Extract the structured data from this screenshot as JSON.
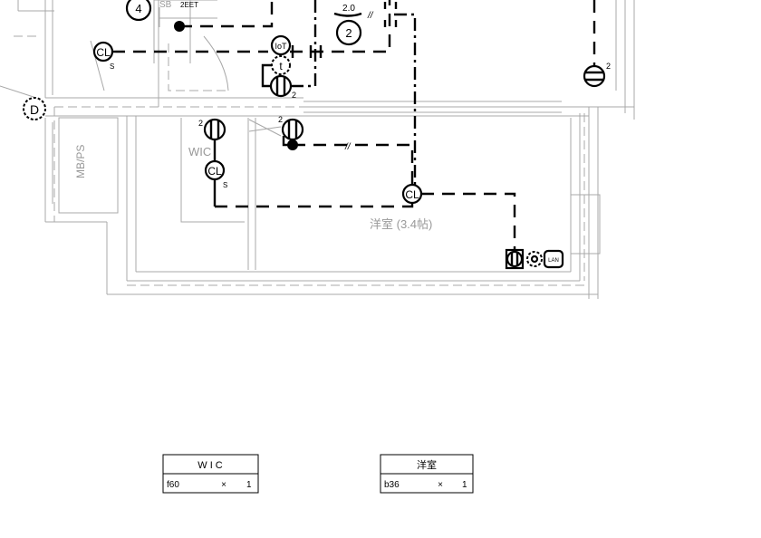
{
  "plan": {
    "circuit_4": "4",
    "sb_label": "SB",
    "sb_value": "2EET",
    "circuit_2": "2",
    "wire_size": "2.0",
    "hatch_mark": "//",
    "cl_symbol": "CL",
    "s_mark": "S",
    "iot_symbol": "IoT",
    "t_symbol": "t",
    "outlet_count": "2",
    "d_symbol": "D",
    "mbps_label": "MB/PS",
    "wic_label": "WIC",
    "room_label": "洋室 (3.4帖)",
    "lan_label": "LAN"
  },
  "legend_tables": [
    {
      "title": "W I C",
      "code": "f60",
      "times": "×",
      "qty": "1"
    },
    {
      "title": "洋室",
      "code": "b36",
      "times": "×",
      "qty": "1"
    }
  ]
}
